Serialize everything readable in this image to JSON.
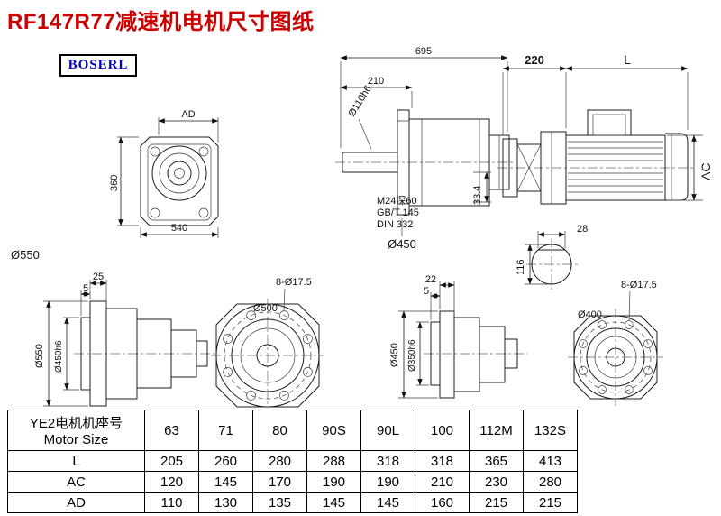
{
  "title": "RF147R77减速机电机尺寸图纸",
  "logo": "BOSERL",
  "colors": {
    "title_red": "#cc0000",
    "logo_blue": "#0000cc",
    "line_black": "#1c1c1c"
  },
  "views": {
    "front": {
      "ad": "AD",
      "height": "360",
      "width": "540",
      "flange_od": "Ø550"
    },
    "side": {
      "overall": "695",
      "front_len": "210",
      "shaft": "Ø110h6",
      "tap": "M24深60",
      "std1": "GB/T 145",
      "std2": "DIN 332",
      "key_h": "33.4",
      "flange": "Ø450"
    },
    "motor": {
      "adapter_len": "220",
      "motor_len": "L",
      "motor_od": "AC",
      "key_w": "28",
      "shaft_h": "116"
    },
    "flange_side_a": {
      "t1": "25",
      "t2": "5",
      "od": "Ø550",
      "spigot": "Ø450h6"
    },
    "flange_front_a": {
      "bolt_circle": "Ø500",
      "holes": "8-Ø17.5"
    },
    "flange_side_b": {
      "t1": "22",
      "t2": "5",
      "od": "Ø450",
      "spigot": "Ø350h6"
    },
    "flange_front_b": {
      "bolt_circle": "Ø400",
      "holes": "8-Ø17.5"
    }
  },
  "table": {
    "header_cn": "YE2电机机座号",
    "header_en": "Motor Size",
    "sizes": [
      "63",
      "71",
      "80",
      "90S",
      "90L",
      "100",
      "112M",
      "132S"
    ],
    "rows": [
      {
        "label": "L",
        "values": [
          "205",
          "260",
          "280",
          "288",
          "318",
          "318",
          "365",
          "413"
        ]
      },
      {
        "label": "AC",
        "values": [
          "120",
          "145",
          "170",
          "190",
          "190",
          "210",
          "230",
          "280"
        ]
      },
      {
        "label": "AD",
        "values": [
          "110",
          "130",
          "135",
          "145",
          "145",
          "160",
          "215",
          "215"
        ]
      }
    ]
  }
}
